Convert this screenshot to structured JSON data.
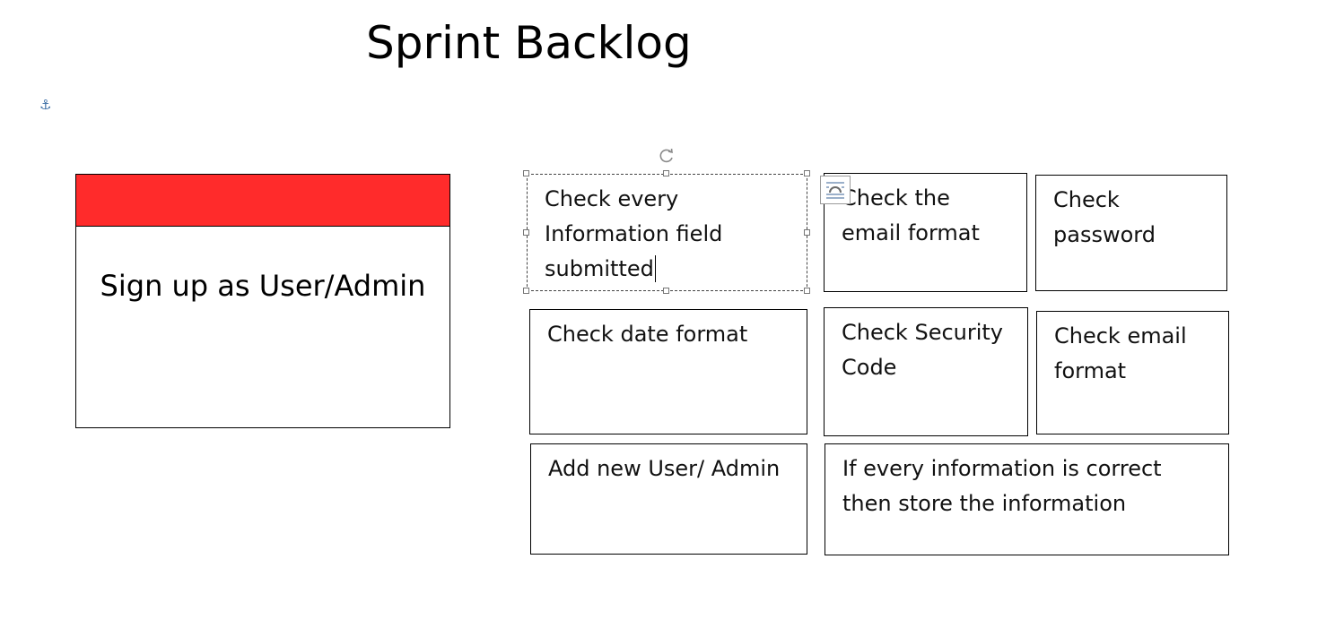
{
  "title": "Sprint Backlog",
  "story": {
    "text": "Sign up as User/Admin",
    "band_color": "#ff2b2b"
  },
  "tasks": [
    {
      "line1": "Check every",
      "line2": "Information field",
      "line3": "submitted"
    },
    {
      "line1": "Check the",
      "line2": "email format"
    },
    {
      "line1": "Check",
      "line2": "password"
    },
    {
      "line1": "Check date format"
    },
    {
      "line1": "Check Security",
      "line2": "Code"
    },
    {
      "line1": "Check email",
      "line2": "format"
    },
    {
      "line1": "Add new User/ Admin"
    },
    {
      "line1": "If every information is correct",
      "line2": "then store the information"
    }
  ],
  "icons": {
    "anchor": "anchor-icon",
    "rotate": "rotate-handle-icon",
    "layout": "layout-options-icon"
  },
  "colors": {
    "accent_blue": "#3b6ea5"
  }
}
